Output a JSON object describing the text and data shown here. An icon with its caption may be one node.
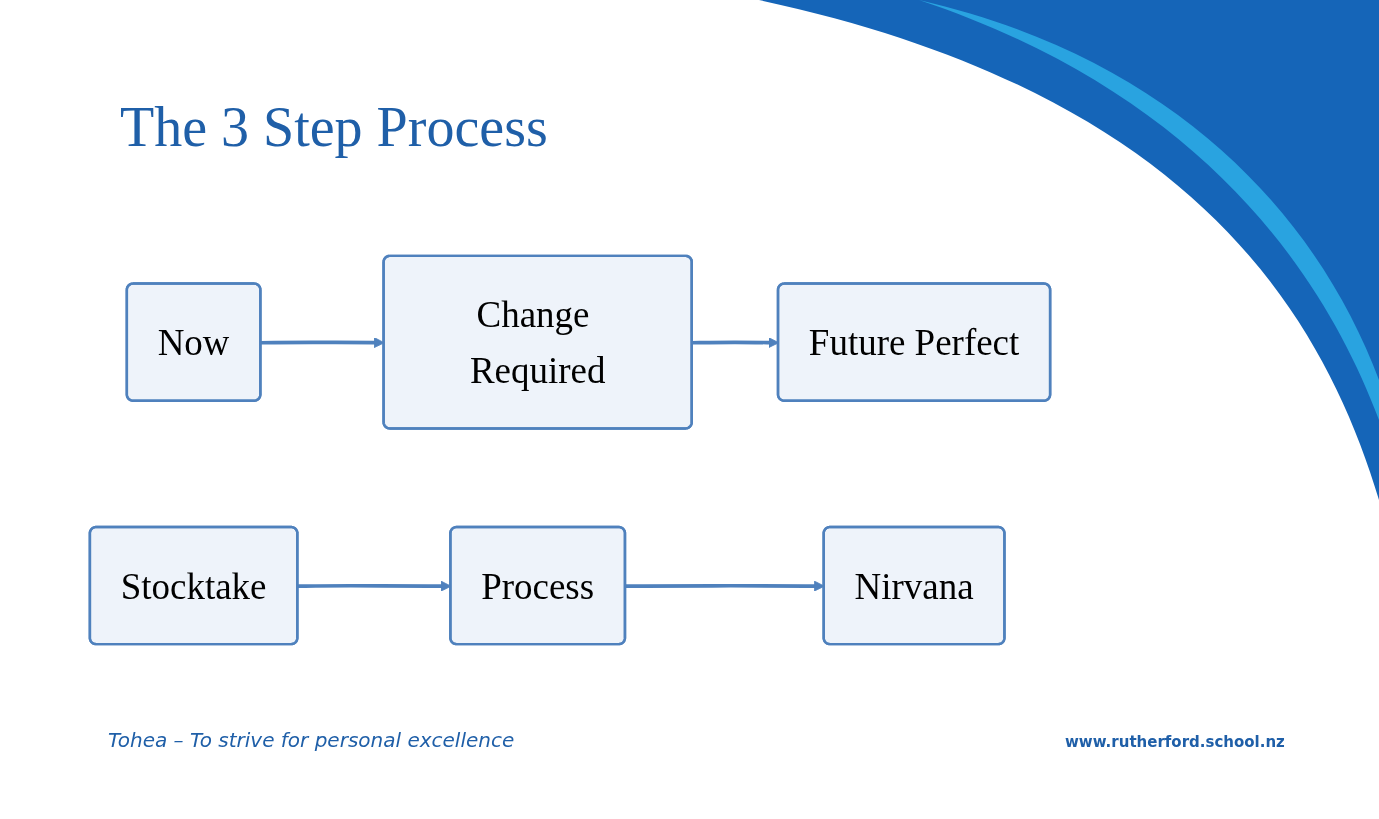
{
  "diagram": {
    "title": "The 3 Step Process",
    "nodes": [
      {
        "text": [
          "Now"
        ]
      },
      {
        "text": [
          "Change Required"
        ]
      },
      {
        "text": [
          "Future Perfect"
        ]
      },
      {
        "text": [
          "Stocktake"
        ]
      },
      {
        "text": [
          "Process"
        ]
      },
      {
        "text": [
          "Nirvana"
        ]
      }
    ],
    "edges": [
      {
        "from": 0,
        "to": 1,
        "arrow": "to"
      },
      {
        "from": 1,
        "to": 2,
        "arrow": "to"
      },
      {
        "from": 3,
        "to": 4,
        "arrow": "to"
      },
      {
        "from": 4,
        "to": 5,
        "arrow": "to"
      }
    ],
    "labels": [
      "Tohea – To strive for personal excellence",
      "www.rutherford.school.nz"
    ]
  }
}
